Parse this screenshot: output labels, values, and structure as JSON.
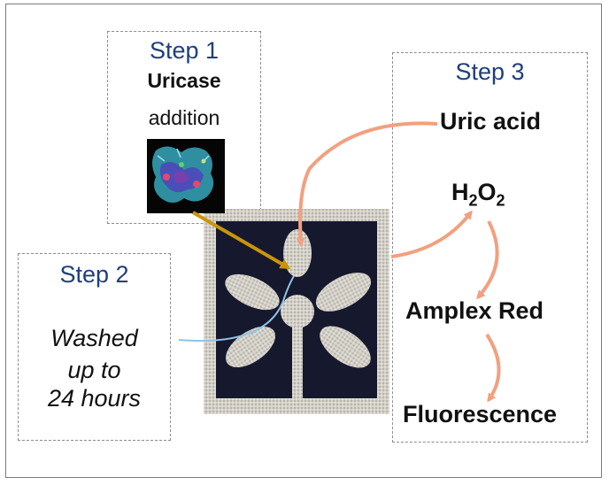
{
  "step1": {
    "title": "Step 1",
    "line1": "Uricase",
    "line2": "addition"
  },
  "step2": {
    "title": "Step 2",
    "line1": "Washed",
    "line2": "up to",
    "line3": "24 hours"
  },
  "step3": {
    "title": "Step 3",
    "uric_acid": "Uric acid",
    "h2o2": {
      "h": "H",
      "sub1": "2",
      "o": "O",
      "sub2": "2"
    },
    "amplex_red": "Amplex Red",
    "fluorescence": "Fluorescence"
  },
  "colors": {
    "step_title": "#1f3f7a",
    "salmon_arrow": "#f2a07f",
    "gold_arrow": "#c9950c",
    "blue_line": "#8ec4e6",
    "fabric_dark": "#16182e",
    "fabric_light": "#cfccc4"
  },
  "icons": {
    "protein": "protein-structure-icon",
    "fabric": "fabric-sensor-icon"
  }
}
